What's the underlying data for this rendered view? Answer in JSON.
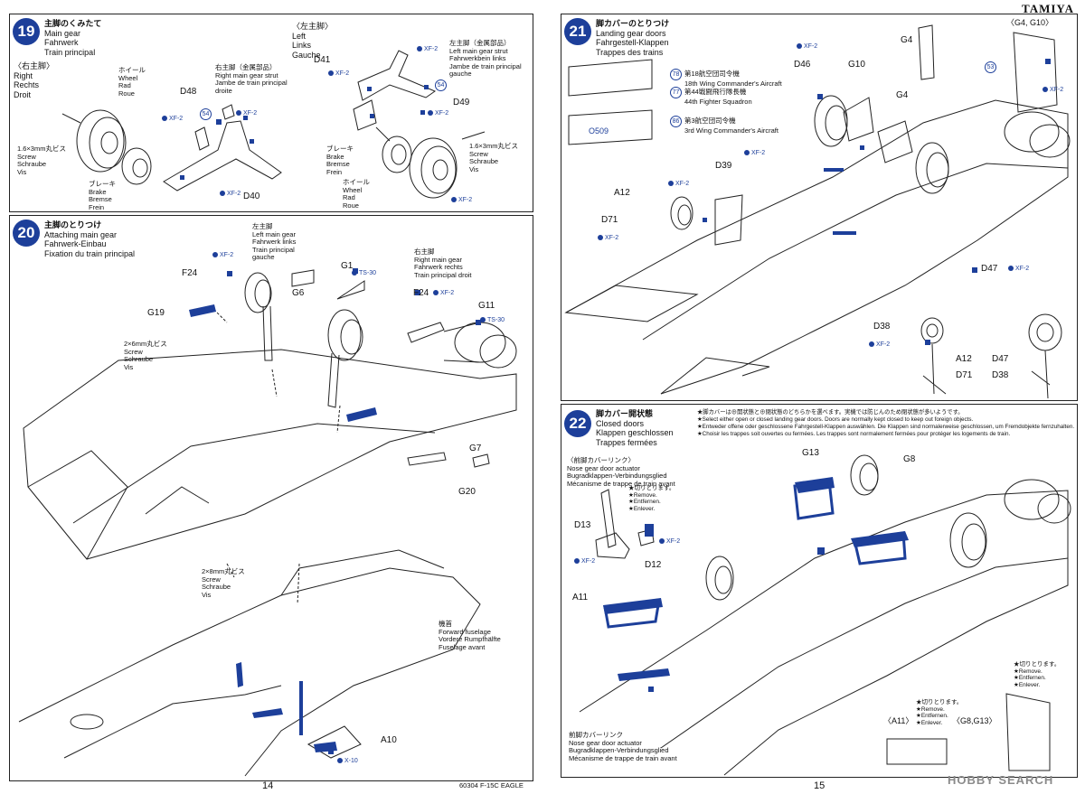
{
  "brand": "TAMIYA",
  "footer": {
    "left_page": "14",
    "right_page": "15",
    "kit_code": "60304 F-15C EAGLE",
    "watermark": "HOBBY SEARCH"
  },
  "step19": {
    "number": "19",
    "title_jp": "主脚のくみたて",
    "title_en": "Main gear",
    "title_de": "Fahrwerk",
    "title_fr": "Train principal",
    "right_jp": "〈右主脚〉",
    "right_en": "Right",
    "right_de": "Rechts",
    "right_fr": "Droit",
    "left_jp": "〈左主脚〉",
    "left_en": "Left",
    "left_de": "Links",
    "left_fr": "Gauche",
    "wheel_r": [
      "ホイール",
      "Wheel",
      "Rad",
      "Roue"
    ],
    "strut_r": [
      "右主脚（金属部品）",
      "Right main gear strut",
      "Jambe de train principal",
      "droite"
    ],
    "strut_l": [
      "左主脚（金属部品）",
      "Left main gear strut",
      "Fahrwerkbein links",
      "Jambe de train principal",
      "gauche"
    ],
    "brake_r": [
      "ブレーキ",
      "Brake",
      "Bremse",
      "Frein"
    ],
    "brake_l": [
      "ブレーキ",
      "Brake",
      "Bremse",
      "Frein"
    ],
    "wheel_l": [
      "ホイール",
      "Wheel",
      "Rad",
      "Roue"
    ],
    "screw_r": [
      "1.6×3mm丸ビス",
      "Screw",
      "Schraube",
      "Vis"
    ],
    "screw_l": [
      "1.6×3mm丸ビス",
      "Screw",
      "Schraube",
      "Vis"
    ],
    "parts": {
      "d48": "D48",
      "d40": "D40",
      "d41": "D41",
      "d49": "D49",
      "n54a": "54",
      "n54b": "54"
    },
    "xf2": "XF-2"
  },
  "step20": {
    "number": "20",
    "title_jp": "主脚のとりつけ",
    "title_en": "Attaching main gear",
    "title_de": "Fahrwerk-Einbau",
    "title_fr": "Fixation du train principal",
    "left_gear": [
      "左主脚",
      "Left main gear",
      "Fahrwerk links",
      "Train principal",
      "gauche"
    ],
    "right_gear": [
      "右主脚",
      "Right main gear",
      "Fahrwerk rechts",
      "Train principal droit"
    ],
    "screw1": [
      "2×6mm丸ビス",
      "Screw",
      "Schraube",
      "Vis"
    ],
    "screw2": [
      "2×8mm丸ビス",
      "Screw",
      "Schraube",
      "Vis"
    ],
    "fuselage": [
      "機首",
      "Forward fuselage",
      "Vordere Rumpfhälfte",
      "Fuselage avant"
    ],
    "parts": {
      "f24a": "F24",
      "g19": "G19",
      "g6": "G6",
      "g1": "G1",
      "f24b": "F24",
      "g11": "G11",
      "g7": "G7",
      "g20": "G20",
      "a10": "A10"
    },
    "xf2": "XF-2",
    "ts30": "TS-30",
    "x10": "X-10"
  },
  "step21": {
    "number": "21",
    "title_jp": "脚カバーのとりつけ",
    "title_en": "Landing gear doors",
    "title_de": "Fahrgestell-Klappen",
    "title_fr": "Trappes des trains",
    "note78": [
      "第18航空団司令機",
      "18th Wing Commander's Aircraft"
    ],
    "note77": [
      "第44戦闘飛行隊長機",
      "44th Fighter Squadron"
    ],
    "note86": [
      "第3航空団司令機",
      "3rd Wing Commander's Aircraft"
    ],
    "n78": "78",
    "n77": "77",
    "n86": "86",
    "n53": "53",
    "g4g10": "〈G4, G10〉",
    "parts": {
      "g4a": "G4",
      "d46": "D46",
      "g10": "G10",
      "g4b": "G4",
      "d39": "D39",
      "a12a": "A12",
      "d71a": "D71",
      "d47a": "D47",
      "d38a": "D38",
      "a12b": "A12",
      "d71b": "D71",
      "d47b": "D47",
      "d38b": "D38"
    },
    "xf2": "XF-2"
  },
  "step22": {
    "number": "22",
    "title_jp": "脚カバー開状態",
    "title_en": "Closed doors",
    "title_de": "Klappen geschlossen",
    "title_fr": "Trappes fermées",
    "notes": [
      "★脚カバーは⊕開状態と⊕閉状態のどちらかを選べます。実機では防じんのため閉状態が多いようです。",
      "★Select either open or closed landing gear doors. Doors are normally kept closed to keep out foreign objects.",
      "★Entweder offene oder geschlossene Fahrgestell-Klappen auswählen. Die Klappen sind normalerweise geschlossen, um Fremdobjekte fernzuhalten.",
      "★Choisir les trappes soit ouvertes ou fermées. Les trappes sont normalement fermées pour protéger les logements de train."
    ],
    "link_title": [
      "〈前脚カバーリンク〉",
      "Nose gear door actuator",
      "Bugradklappen-Verbindungsglied",
      "Mécanisme de trappe de train avant"
    ],
    "cut1": [
      "★切りとります。",
      "★Remove.",
      "★Entfernen.",
      "★Enlever."
    ],
    "cut2": [
      "★切りとります。",
      "★Remove.",
      "★Entfernen.",
      "★Enlever."
    ],
    "cut3": [
      "★切りとります。",
      "★Remove.",
      "★Entfernen.",
      "★Enlever."
    ],
    "link_bottom": [
      "前脚カバーリンク",
      "Nose gear door actuator",
      "Bugradklappen-Verbindungsglied",
      "Mécanisme de trappe de train avant"
    ],
    "a11_label": "〈A11〉",
    "g8g13_label": "〈G8,G13〉",
    "parts": {
      "g13": "G13",
      "g8": "G8",
      "d13": "D13",
      "d12": "D12",
      "a11": "A11"
    },
    "xf2": "XF-2"
  }
}
